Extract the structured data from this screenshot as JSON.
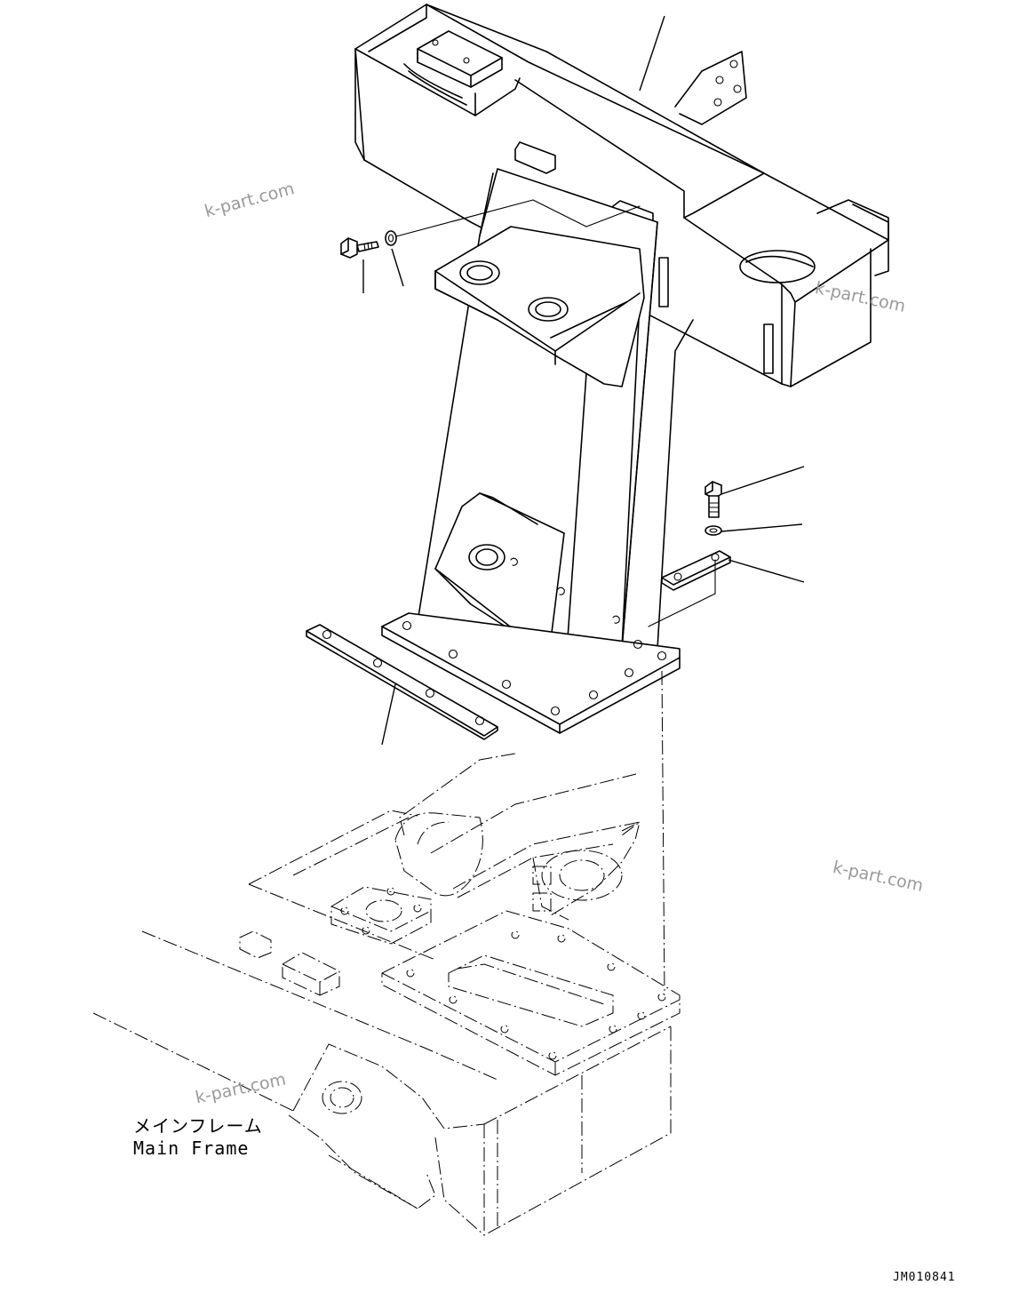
{
  "diagram": {
    "frame_label_jp": "メインフレーム",
    "frame_label_en": "Main Frame",
    "drawing_code": "JM010841",
    "watermarks": [
      "k-part.com",
      "k-part.com",
      "k-part.com",
      "k-part.com"
    ]
  }
}
